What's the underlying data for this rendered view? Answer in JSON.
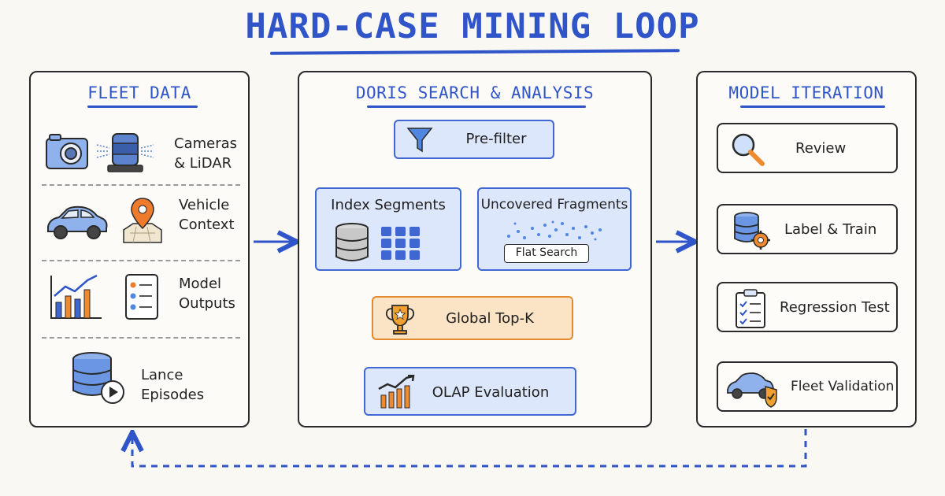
{
  "title": "HARD-CASE MINING LOOP",
  "colors": {
    "accent": "#2f55c9",
    "node_fill": "#dde7fb",
    "highlight": "#fbe3c6",
    "highlight_border": "#e48a2e"
  },
  "fleet_data": {
    "title": "FLEET DATA",
    "rows": [
      {
        "label_line1": "Cameras",
        "label_line2": "& LiDAR",
        "icons": [
          "camera-icon",
          "lidar-icon"
        ]
      },
      {
        "label_line1": "Vehicle",
        "label_line2": "Context",
        "icons": [
          "car-icon",
          "map-pin-icon"
        ]
      },
      {
        "label_line1": "Model",
        "label_line2": "Outputs",
        "icons": [
          "bar-chart-icon",
          "list-icon"
        ]
      },
      {
        "label_line1": "Lance Episodes",
        "icons": [
          "database-play-icon"
        ]
      }
    ]
  },
  "doris": {
    "title": "DORIS SEARCH & ANALYSIS",
    "prefilter": "Pre-filter",
    "index_segments": "Index Segments",
    "uncovered_fragments": "Uncovered Fragments",
    "flat_search": "Flat Search",
    "global_topk": "Global Top-K",
    "olap": "OLAP Evaluation"
  },
  "model_iteration": {
    "title": "MODEL ITERATION",
    "steps": [
      {
        "label": "Review",
        "icon": "magnifier-icon"
      },
      {
        "label": "Label & Train",
        "icon": "database-gear-icon"
      },
      {
        "label": "Regression Test",
        "icon": "clipboard-check-icon"
      },
      {
        "label": "Fleet Validation",
        "icon": "car-shield-icon"
      }
    ]
  }
}
